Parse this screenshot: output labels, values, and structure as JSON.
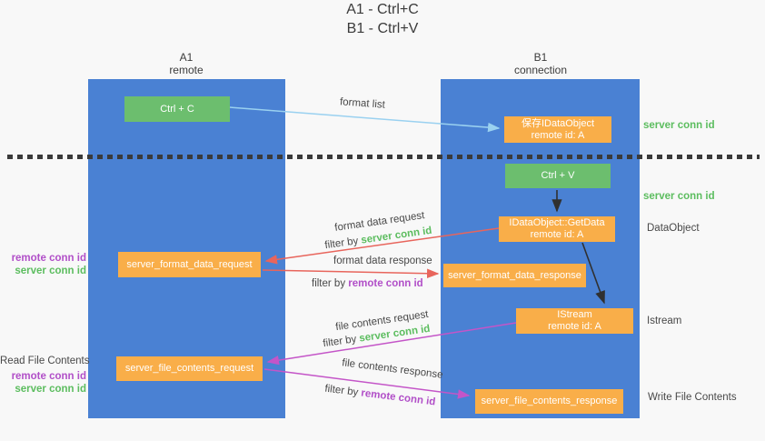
{
  "title": {
    "line1": "A1 - Ctrl+C",
    "line2": "B1 - Ctrl+V"
  },
  "columns": {
    "left": {
      "id": "A1",
      "label": "remote"
    },
    "right": {
      "id": "B1",
      "label": "connection"
    }
  },
  "boxes": {
    "ctrl_c": "Ctrl + C",
    "ctrl_v": "Ctrl + V",
    "save_idataobject": {
      "line1": "保存IDataObject",
      "line2": "remote id: A"
    },
    "getdata": {
      "line1": "IDataObject::GetData",
      "line2": "remote id: A"
    },
    "istream": {
      "line1": "IStream",
      "line2": "remote id: A"
    },
    "format_request": "server_format_data_request",
    "format_response": "server_format_data_response",
    "file_request": "server_file_contents_request",
    "file_response": "server_file_contents_response"
  },
  "arrow_labels": {
    "format_list": "format list",
    "format_data_request": "format data request",
    "format_data_response": "format data response",
    "file_contents_request": "file contents request",
    "file_contents_response": "file contents response",
    "filter_prefix": "filter by ",
    "server_conn_id": "server conn id",
    "remote_conn_id": "remote conn id"
  },
  "side_labels": {
    "left_remote_conn_id_top": "remote conn id",
    "left_server_conn_id_top": "server conn id",
    "read_file_contents": "Read File Contents",
    "left_remote_conn_id_bottom": "remote conn id",
    "left_server_conn_id_bottom": "server conn id",
    "right_server_conn_id_1": "server conn id",
    "right_server_conn_id_2": "server conn id",
    "dataobject": "DataObject",
    "istream": "Istream",
    "write_file_contents": "Write File Contents"
  },
  "colors": {
    "column_blue": "#4a81d3",
    "box_green": "#6cbe6e",
    "box_orange": "#f9ae49",
    "text_green": "#5cbd5f",
    "text_purple": "#b14fc8",
    "arrow_red": "#e8655c",
    "arrow_magenta": "#c455c8",
    "arrow_blue": "#9ad1f0",
    "arrow_black": "#303030"
  }
}
